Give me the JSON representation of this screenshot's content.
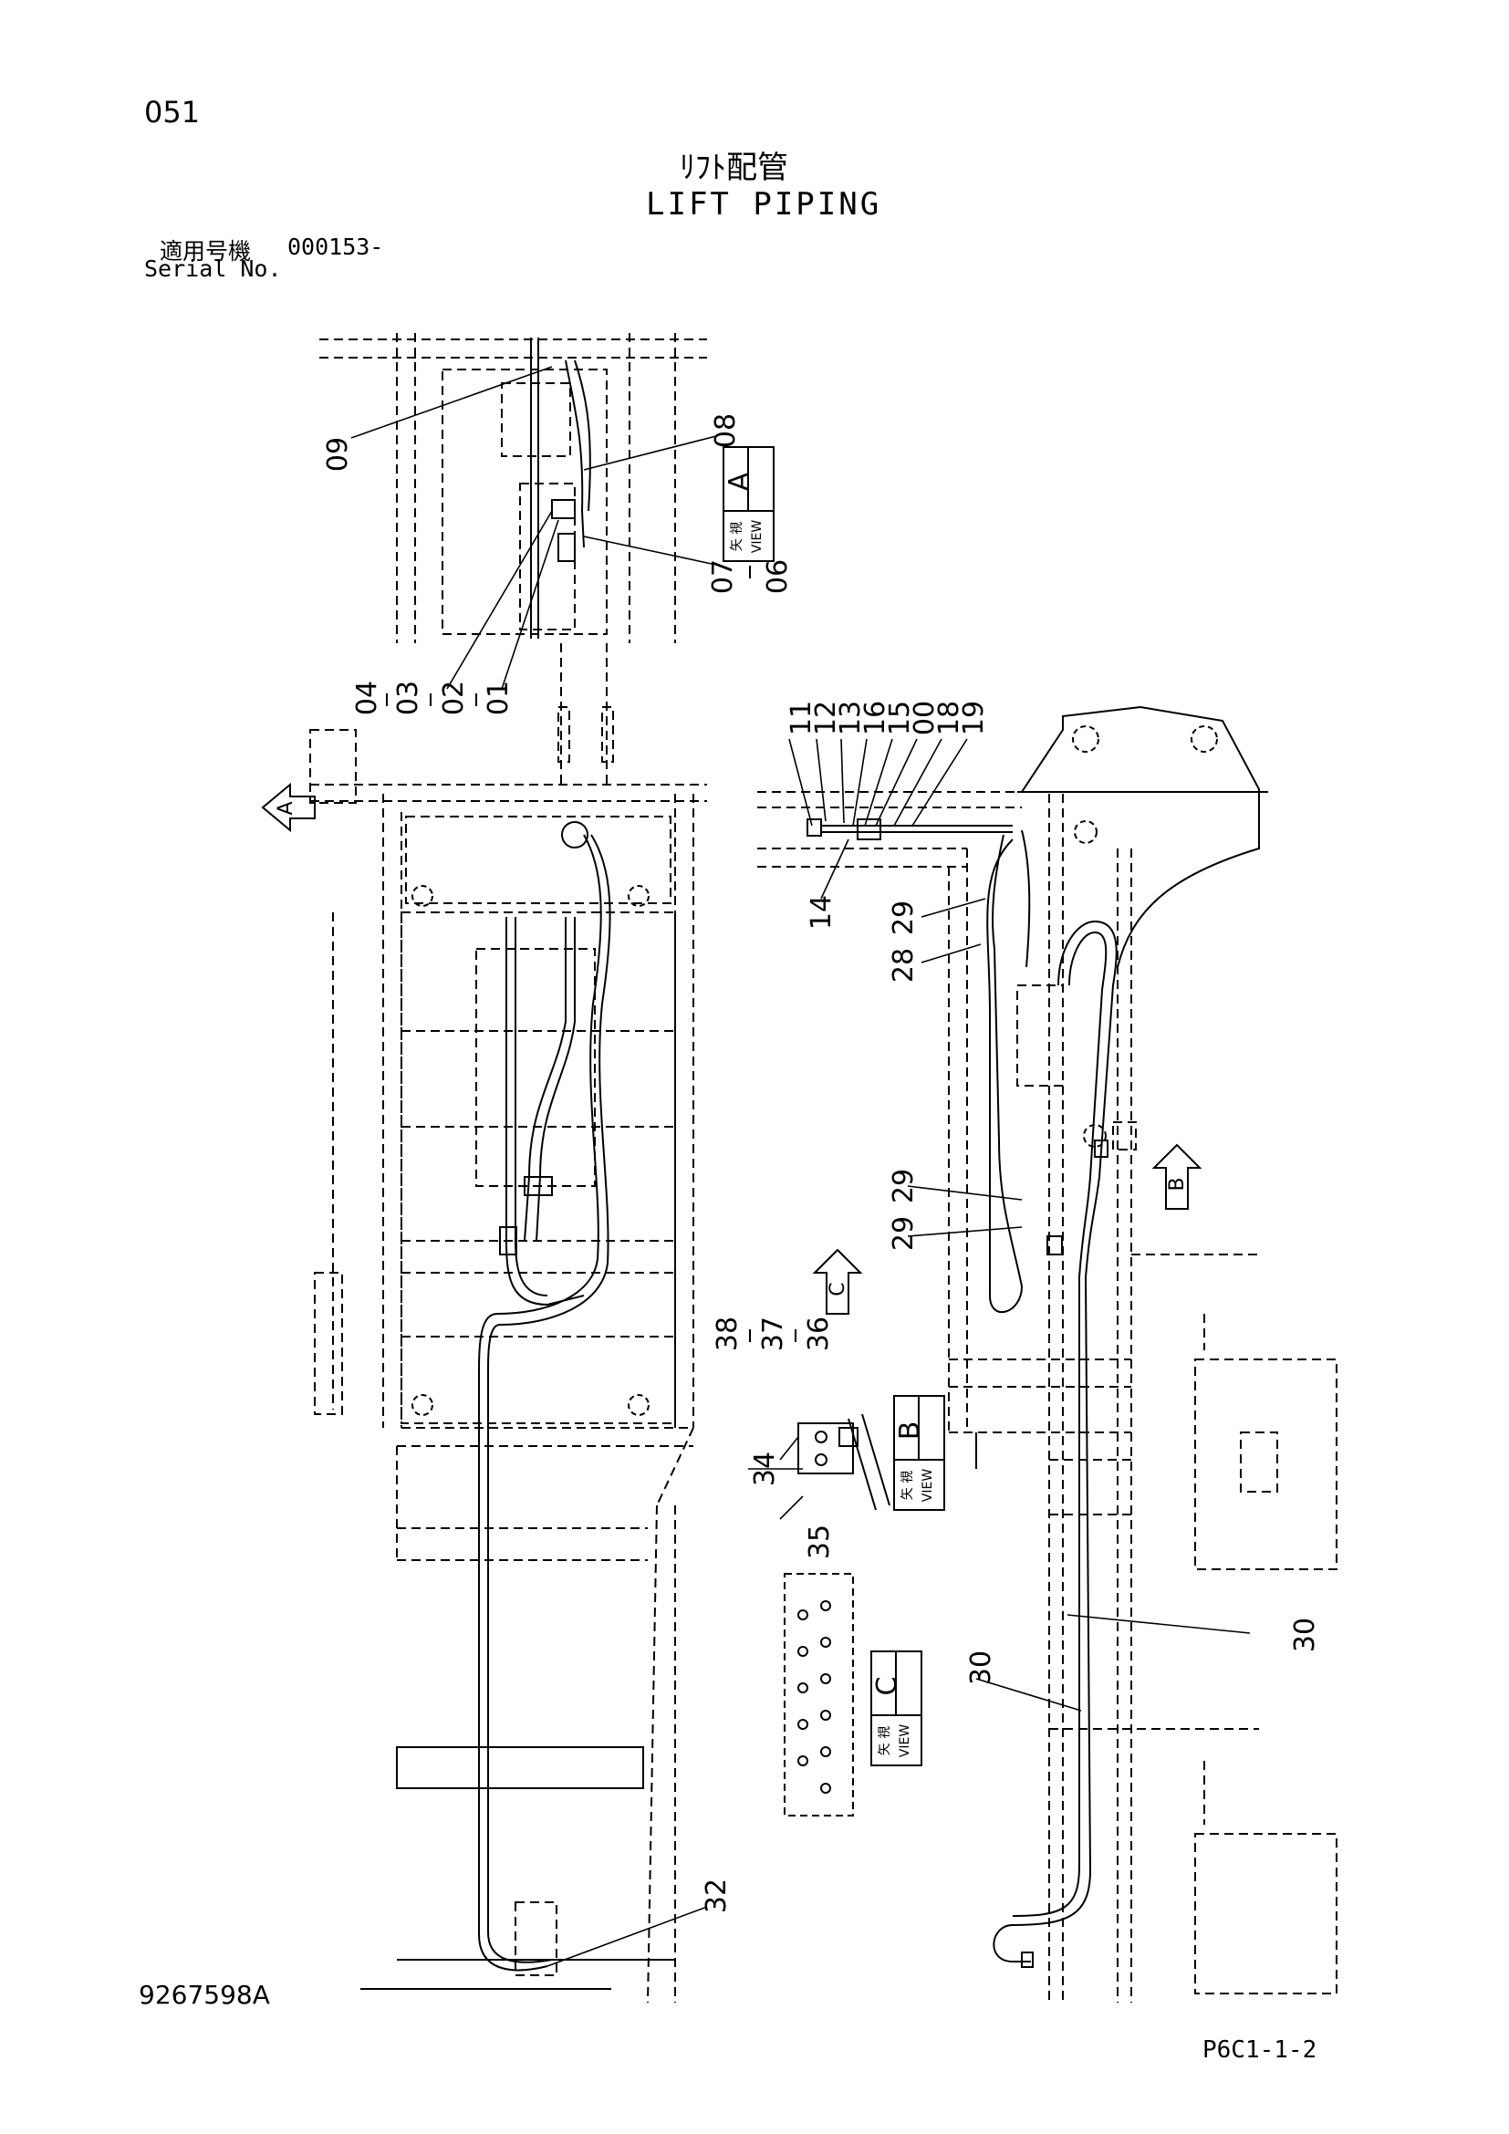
{
  "header": {
    "page_no": "051",
    "title_jp": "ﾘﾌﾄ配管",
    "title_en": "LIFT PIPING",
    "serial_label_jp": "適用号機",
    "serial_value": "000153-",
    "serial_label_en": "Serial No."
  },
  "footer": {
    "drawing_no": "9267598A",
    "sheet_no": "P6C1-1-2"
  },
  "views": {
    "view_a": {
      "letter": "A",
      "kanji": "矢 視",
      "word": "VIEW"
    },
    "view_b": {
      "letter": "B",
      "kanji": "矢 視",
      "word": "VIEW"
    },
    "view_c": {
      "letter": "C",
      "kanji": "矢 視",
      "word": "VIEW"
    },
    "arrow_a": "A",
    "arrow_b": "B",
    "arrow_c": "C"
  },
  "callouts": {
    "c09": "09",
    "c08": "08",
    "c07": "07",
    "c06": "06",
    "c04": "04",
    "c03": "03",
    "c02": "02",
    "c01": "01",
    "c11": "11",
    "c12": "12",
    "c13": "13",
    "c16": "16",
    "c15": "15",
    "c00": "00",
    "c18": "18",
    "c19": "19",
    "c14": "14",
    "c29a": "29",
    "c28": "28",
    "c29b": "29",
    "c29c": "29",
    "c38": "38",
    "c37": "37",
    "c36": "36",
    "c34": "34",
    "c35": "35",
    "c30a": "30",
    "c30b": "30",
    "c32": "32"
  }
}
